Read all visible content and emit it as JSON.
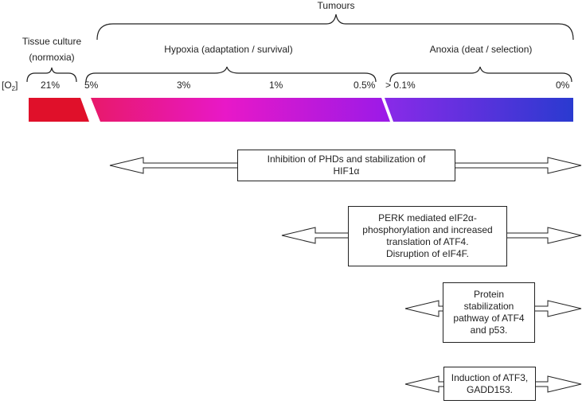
{
  "labels": {
    "tumours": "Tumours",
    "tissue_culture": "Tissue culture",
    "normoxia": "(normoxia)",
    "hypoxia": "Hypoxia (adaptation / survival)",
    "anoxia": "Anoxia (deat / selection)",
    "o2_label": "[O",
    "o2_sub": "2",
    "o2_close": "]"
  },
  "scale": {
    "p21": "21%",
    "p5": "5%",
    "p3": "3%",
    "p1": "1%",
    "p05": "0.5%",
    "p01": "> 0.1%",
    "p0": "0%"
  },
  "colors": {
    "normoxia": "#e0102a",
    "hypoxia_start": "#e8196a",
    "hypoxia_mid": "#e818c8",
    "hypoxia_end": "#9a1ae8",
    "anoxia_start": "#8a2ae8",
    "anoxia_end": "#2a3ad0"
  },
  "boxes": {
    "phd": "Inhibition of PHDs and stabilization of\nHIF1α",
    "perk": "PERK mediated eIF2α-\nphosphorylation and increased\ntranslation of ATF4.\nDisruption of eIF4F.",
    "protein": "Protein\nstabilization\npathway of ATF4\nand p53.",
    "atf3": "Induction of ATF3,\nGADD153."
  }
}
